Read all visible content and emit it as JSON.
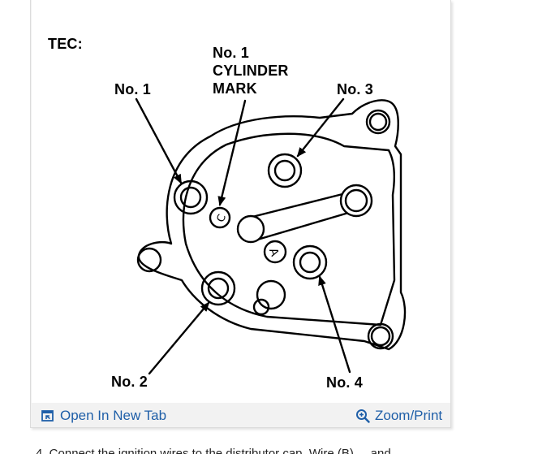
{
  "figure": {
    "engine_label": "TEC:",
    "cylinder_mark_label": "No. 1\nCYLINDER\nMARK",
    "callouts": [
      {
        "id": "no1",
        "text": "No. 1"
      },
      {
        "id": "no2",
        "text": "No. 2"
      },
      {
        "id": "no3",
        "text": "No. 3"
      },
      {
        "id": "no4",
        "text": "No. 4"
      }
    ],
    "cap_markings": {
      "cylinder_mark": "C",
      "rotor_mark": "A"
    }
  },
  "toolbar": {
    "open_label": "Open In New Tab",
    "zoom_label": "Zoom/Print"
  },
  "caption": {
    "text": "4. Connect the ignition wires to the distributor cap. Wire (B) ... and ..."
  },
  "colors": {
    "link": "#1f5fa8",
    "toolbar_bg": "#f2f2f2",
    "figure_bg": "#ffffff",
    "ink": "#000000"
  }
}
